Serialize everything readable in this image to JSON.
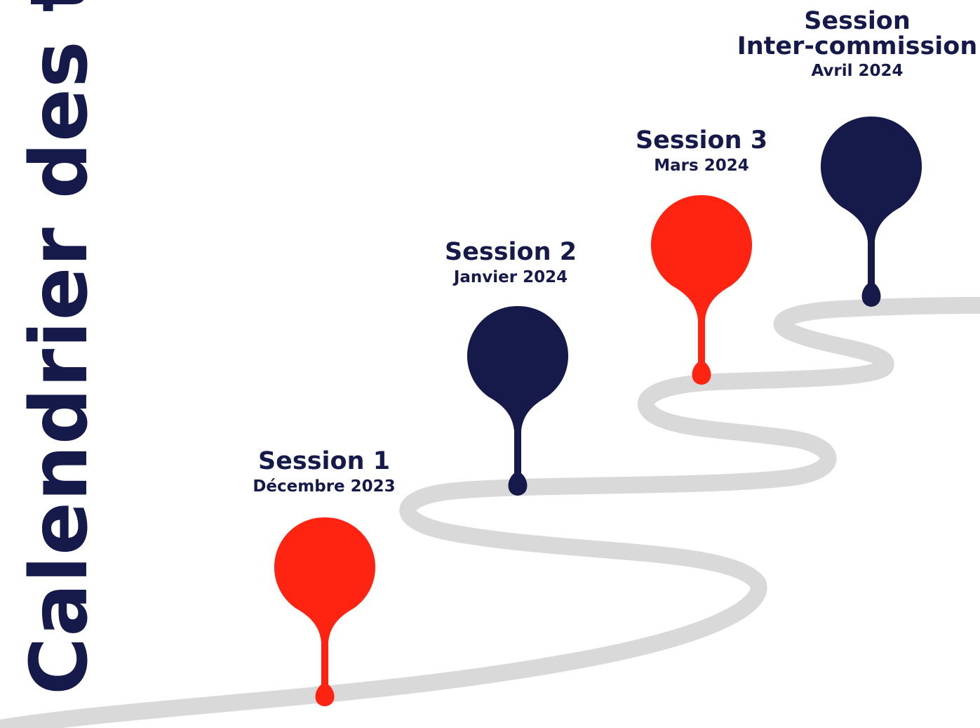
{
  "page_title": "Calendrier des travau",
  "colors": {
    "navy": "#161a4b",
    "red": "#ff2312",
    "road": "#d9d9d9"
  },
  "milestones": [
    {
      "title": "Session 1",
      "date": "Décembre 2023",
      "color": "red"
    },
    {
      "title": "Session 2",
      "date": "Janvier 2024",
      "color": "navy"
    },
    {
      "title": "Session 3",
      "date": "Mars 2024",
      "color": "red"
    },
    {
      "title_line1": "Session",
      "title_line2": "Inter-commission",
      "date": "Avril 2024",
      "color": "navy"
    }
  ]
}
